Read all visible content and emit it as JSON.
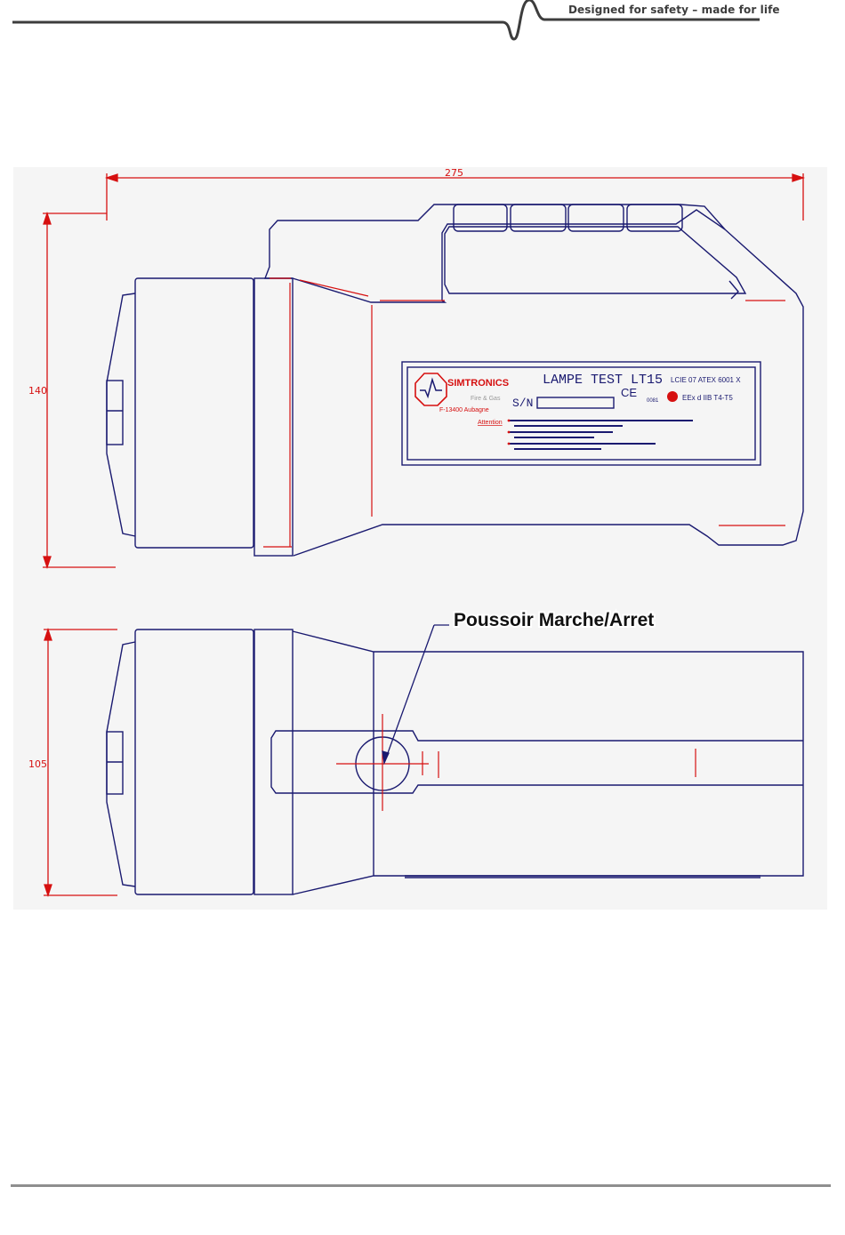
{
  "header": {
    "tagline": "Designed for safety – made for life"
  },
  "drawing": {
    "dimensions": {
      "length": "275",
      "height_side": "140",
      "height_top": "105"
    },
    "callout": "Poussoir Marche/Arret",
    "plate": {
      "brand": "SIMTRONICS",
      "subtitle": "Fire & Gas",
      "location": "F-13400 Aubagne",
      "title": "LAMPE TEST LT15",
      "certificate": "LCIE 07 ATEX 6001 X",
      "sn_label": "S/N",
      "ce_number": "0081",
      "ex_marking": "EEx d IIB T4-T5",
      "attention_label": "Attention"
    }
  },
  "colors": {
    "outline": "#1a1a70",
    "dimension": "#d61010",
    "header_line": "#3d3d3d",
    "footer_line": "#8f8f8f"
  }
}
